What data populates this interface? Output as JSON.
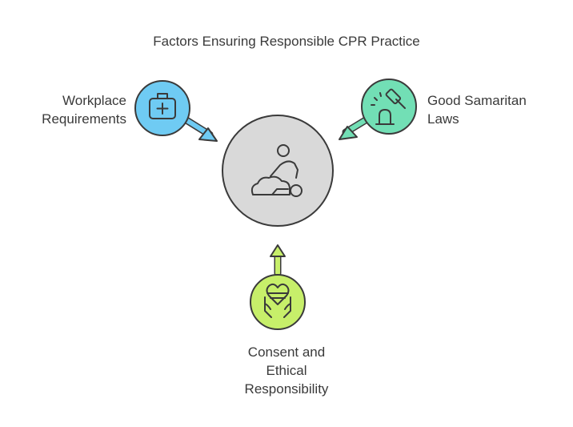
{
  "title": "Factors Ensuring Responsible CPR Practice",
  "center": {
    "icon": "cpr-person-icon",
    "color": "#d9d9d9"
  },
  "nodes": [
    {
      "id": "workplace",
      "lines": [
        "Workplace",
        "Requirements"
      ],
      "icon": "first-aid-kit-icon",
      "color": "#6fcbf3"
    },
    {
      "id": "samaritan",
      "lines": [
        "Good Samaritan",
        "Laws"
      ],
      "icon": "gavel-icon",
      "color": "#72dfb5"
    },
    {
      "id": "consent",
      "lines": [
        "Consent and",
        "Ethical",
        "Responsibility"
      ],
      "icon": "heart-hands-icon",
      "color": "#c7ef6a"
    }
  ]
}
